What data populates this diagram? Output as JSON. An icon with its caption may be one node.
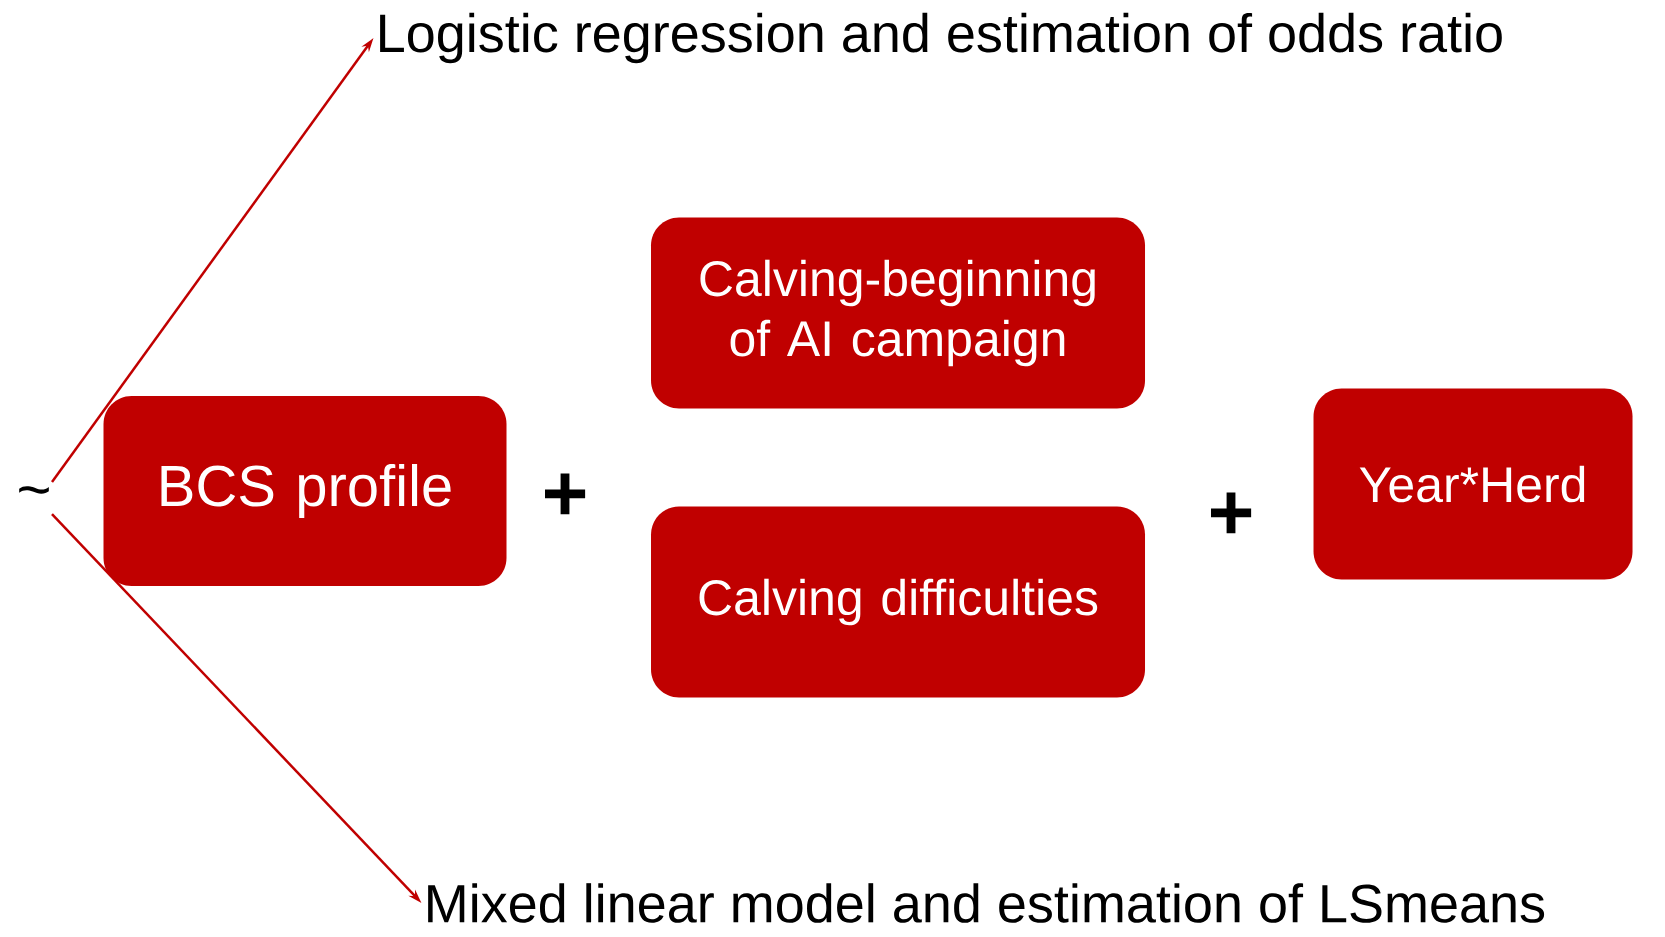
{
  "diagram": {
    "nodes": [
      {
        "text": [
          "Logistic regression and estimation of odds ratio"
        ]
      },
      {
        "text": [
          "~"
        ]
      },
      {
        "text": [
          "BCS profile"
        ]
      },
      {
        "text": [
          "Calving-beginning of AI campaign"
        ]
      },
      {
        "text": [
          "Calving difficulties"
        ]
      },
      {
        "text": [
          "Year*Herd"
        ]
      },
      {
        "text": [
          "Mixed linear model and estimation of LSmeans"
        ]
      }
    ],
    "edges": [
      {
        "from": 1,
        "to": 0,
        "arrow": "to",
        "color": "#c00000"
      },
      {
        "from": 1,
        "to": 6,
        "arrow": "to",
        "color": "#c00000"
      }
    ],
    "labels": [
      "+",
      "+"
    ]
  }
}
